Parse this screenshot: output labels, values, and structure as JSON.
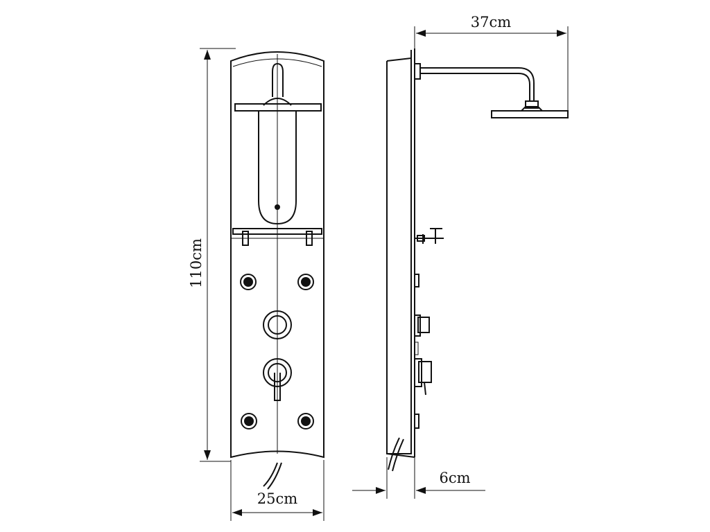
{
  "dimensions": {
    "height_label": "110cm",
    "width_label": "25cm",
    "depth_label": "6cm",
    "arm_length_label": "37cm"
  },
  "colors": {
    "line": "#111111",
    "background": "#ffffff"
  },
  "views": {
    "front": {
      "jets": 4,
      "knobs": 2
    },
    "side": {}
  }
}
